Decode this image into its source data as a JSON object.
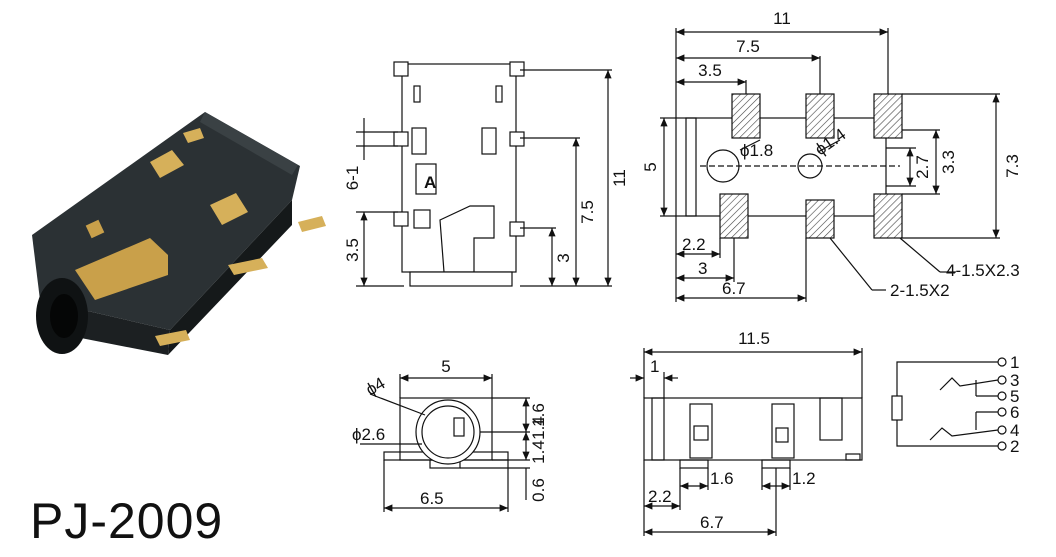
{
  "model": "PJ-2009",
  "side_view": {
    "h_total": "11",
    "h_75": "7.5",
    "h_3": "3",
    "h_35": "3.5",
    "h_61": "6-1",
    "mark": "A"
  },
  "top_view": {
    "w11": "11",
    "w75": "7.5",
    "w35": "3.5",
    "h5": "5",
    "d18": "ϕ1.8",
    "d14": "ϕ1.4",
    "v27": "2.7",
    "v33": "3.3",
    "v73": "7.3",
    "w22": "2.2",
    "w3": "3",
    "w67": "6.7",
    "pad_big": "4-1.5X2.3",
    "pad_small": "2-1.5X2"
  },
  "front_view": {
    "w5": "5",
    "d4": "ϕ4",
    "d26": "ϕ2.6",
    "v16": "1.6",
    "v14a": "1.4",
    "v14b": "1.4",
    "v06": "0.6",
    "w65": "6.5"
  },
  "bottom_view": {
    "w115": "11.5",
    "w1": "1",
    "w16": "1.6",
    "w12": "1.2",
    "w22": "2.2",
    "w67": "6.7"
  },
  "schematic": {
    "pins": [
      "1",
      "3",
      "5",
      "6",
      "4",
      "2"
    ]
  },
  "colors": {
    "body": "#1f2426",
    "gold": "#c9a04a",
    "line": "#111111"
  }
}
